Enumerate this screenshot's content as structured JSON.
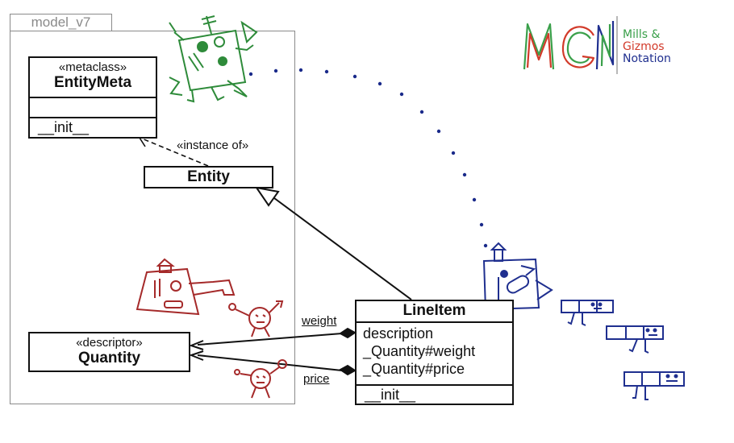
{
  "package": {
    "name": "model_v7"
  },
  "classes": {
    "entity_meta": {
      "stereotype": "«metaclass»",
      "name": "EntityMeta",
      "operations": [
        "__init__"
      ]
    },
    "entity": {
      "name": "Entity"
    },
    "quantity": {
      "stereotype": "«descriptor»",
      "name": "Quantity"
    },
    "line_item": {
      "name": "LineItem",
      "attributes": [
        "description",
        "_Quantity#weight",
        "_Quantity#price"
      ],
      "operations": [
        "__init__"
      ]
    }
  },
  "relations": {
    "instance_of_label": "«instance of»",
    "weight_label": "weight",
    "price_label": "price"
  },
  "logo": {
    "letters": "MGN",
    "line1": "Mills &",
    "line2": "Gizmos",
    "line3": "Notation"
  },
  "colors": {
    "package_border": "#8a8a8a",
    "green_sketch": "#2e8b3a",
    "red_sketch": "#a52a2a",
    "blue_sketch": "#1f2f8f",
    "dots": "#1a2a8a"
  }
}
